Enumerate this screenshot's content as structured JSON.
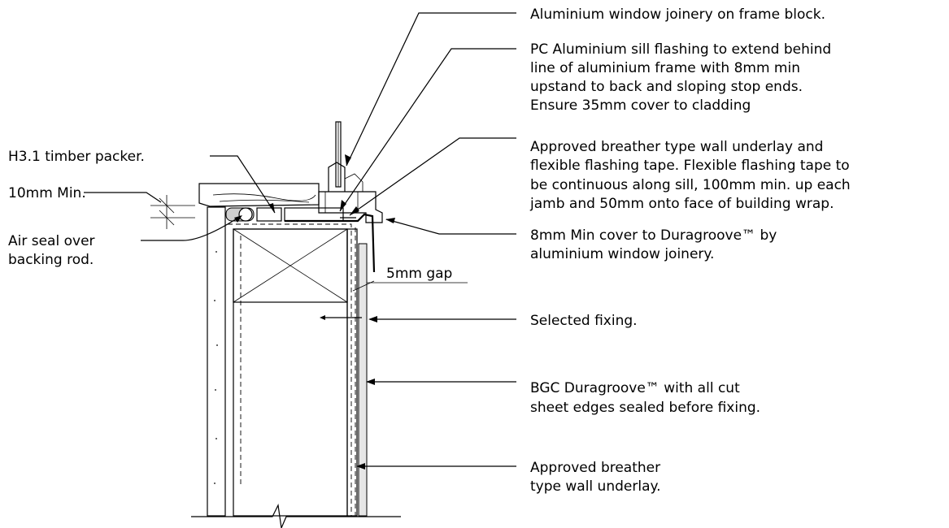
{
  "labels": {
    "joinery_1": "Aluminium window joinery on frame block.",
    "sill_1": "PC Aluminium sill flashing to extend behind",
    "sill_2": "line of aluminium frame with 8mm min",
    "sill_3": "upstand to back and sloping stop ends.",
    "sill_4": "Ensure 35mm cover to cladding",
    "underlay_1": "Approved breather type wall underlay and",
    "underlay_2": "flexible flashing tape. Flexible flashing tape to",
    "underlay_3": "be continuous along sill, 100mm min. up each",
    "underlay_4": "jamb and 50mm onto face of building wrap.",
    "cover_1": "8mm Min cover to Duragroove™ by",
    "cover_2": "aluminium window joinery.",
    "gap": "5mm gap",
    "fixing": "Selected fixing.",
    "duragroove_1": "BGC Duragroove™ with all cut",
    "duragroove_2": "sheet edges sealed before fixing.",
    "wrap_1": "Approved breather",
    "wrap_2": "type wall underlay.",
    "packer": "H3.1 timber packer.",
    "min10": "10mm Min.",
    "airseal_1": "Air seal over",
    "airseal_2": "backing rod."
  },
  "colors": {
    "line": "#000000",
    "cladding_fill": "#e6e6e6",
    "background": "#ffffff"
  }
}
